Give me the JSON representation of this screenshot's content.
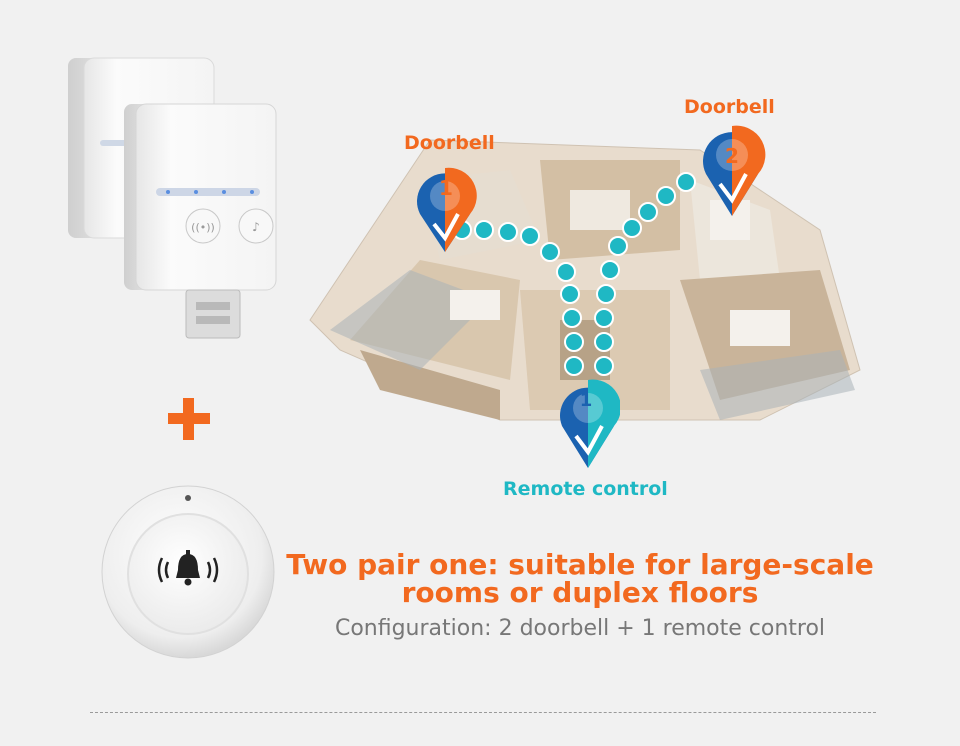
{
  "map": {
    "doorbell_1_label": "Doorbell",
    "doorbell_1_number": "1",
    "doorbell_2_label": "Doorbell",
    "doorbell_2_number": "2",
    "remote_label": "Remote control",
    "remote_number": "1"
  },
  "headline": {
    "line1": "Two pair one:  suitable for large-scale",
    "line2": "rooms or duplex floors"
  },
  "configuration": "Configuration: 2 doorbell + 1 remote control",
  "colors": {
    "accent_orange": "#f2691f",
    "accent_teal": "#1fb8c4",
    "pin_blue": "#1b62b0",
    "background": "#f1f1f1"
  },
  "icons": [
    "plus-icon",
    "bell-icon",
    "location-pin-icon",
    "arrow-icon"
  ]
}
